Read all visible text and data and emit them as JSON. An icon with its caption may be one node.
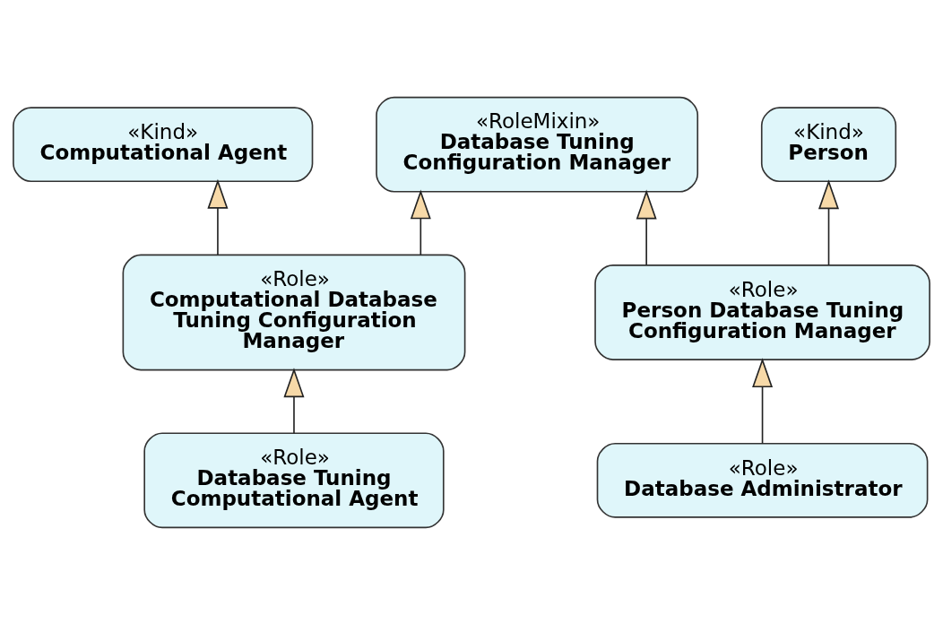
{
  "diagram": {
    "nodes": [
      {
        "text": [
          "«Kind»",
          "Person"
        ]
      },
      {
        "text": [
          "«RoleMixin»",
          "Database Tuning Configuration Manager"
        ]
      },
      {
        "text": [
          "«Kind»",
          "Computational Agent"
        ]
      },
      {
        "text": [
          "«Role»",
          "Person Database Tuning Configuration Manager"
        ]
      },
      {
        "text": [
          "«Role»",
          "Computational Database Tuning Configuration Manager"
        ]
      },
      {
        "text": [
          "«Role»",
          "Database Administrator"
        ]
      },
      {
        "text": [
          "«Role»",
          "Database Tuning Computational Agent"
        ]
      }
    ],
    "edges": [
      {
        "from": 3,
        "to": 0,
        "arrow": "to"
      },
      {
        "from": 3,
        "to": 1,
        "arrow": "to"
      },
      {
        "from": 4,
        "to": 1,
        "arrow": "to"
      },
      {
        "from": 4,
        "to": 2,
        "arrow": "to"
      },
      {
        "from": 5,
        "to": 3,
        "arrow": "to"
      },
      {
        "from": 6,
        "to": 4,
        "arrow": "to"
      }
    ]
  }
}
